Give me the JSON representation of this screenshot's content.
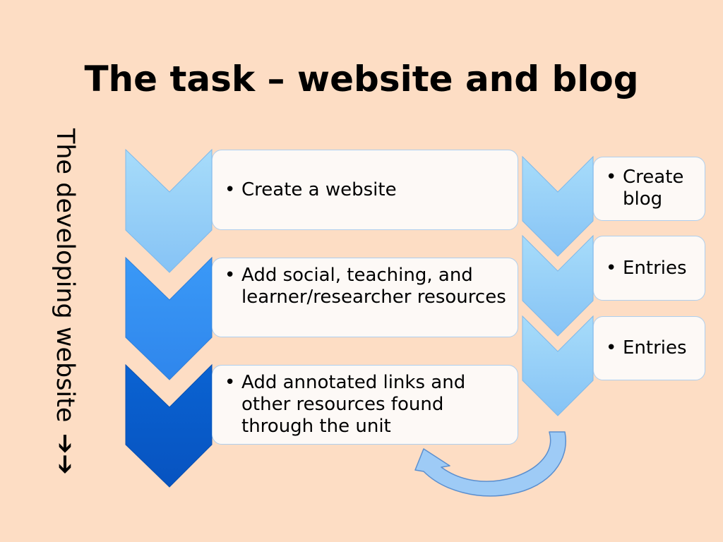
{
  "slide": {
    "title": "The task – website and blog",
    "side_label": "The developing website",
    "side_arrows": "➔➔"
  },
  "website_steps": [
    {
      "text": "Create a website",
      "color": "#8fd0f8"
    },
    {
      "text": "Add social, teaching, and learner/researcher resources",
      "color": "#3a96f6"
    },
    {
      "text": "Add annotated links and other resources found through the unit",
      "color": "#0a5fcc"
    }
  ],
  "blog_steps": [
    {
      "text": "Create blog",
      "color": "#8fd0f8"
    },
    {
      "text": "Entries",
      "color": "#8fd0f8"
    },
    {
      "text": "Entries",
      "color": "#8fd0f8"
    }
  ],
  "colors": {
    "background": "#fdddc4",
    "box_fill": "#fdf9f6",
    "box_border": "#aecfee",
    "cycle_arrow": "#9ecbf6",
    "cycle_arrow_border": "#5b8fcf"
  }
}
